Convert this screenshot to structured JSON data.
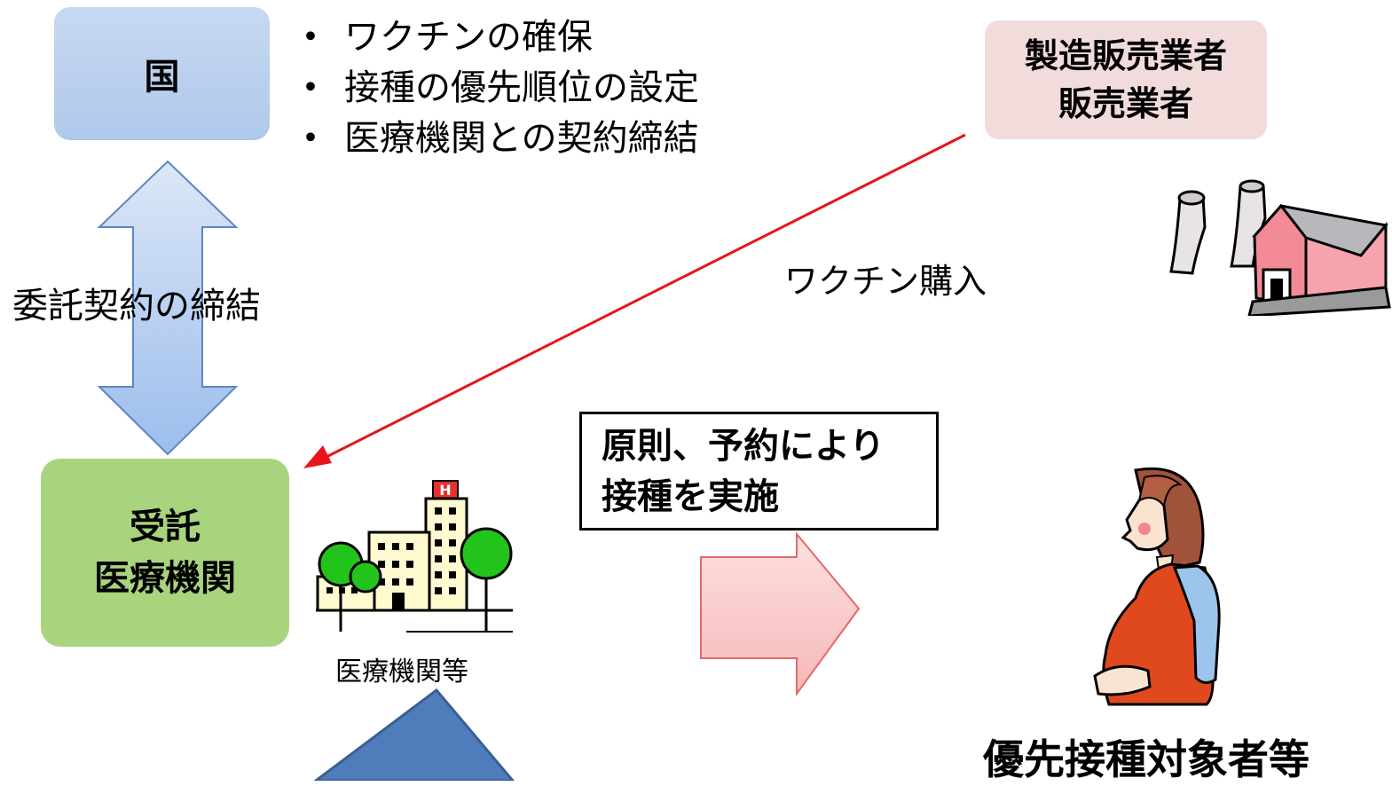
{
  "kuni": {
    "label": "国"
  },
  "bullets": {
    "marker": "・",
    "items": [
      "ワクチンの確保",
      "接種の優先順位の設定",
      "医療機関との契約締結"
    ]
  },
  "maker": {
    "line1": "製造販売業者",
    "line2": "販売業者"
  },
  "contract_label": "委託契約の締結",
  "purchase_label": "ワクチン購入",
  "itaku": {
    "line1": "受託",
    "line2": "医療機関"
  },
  "gensoku": {
    "line1": "原則、予約により",
    "line2": "接種を実施"
  },
  "hospital_caption": "医療機関等",
  "target_label": "優先接種対象者等",
  "hospital_sign": "H",
  "icons": [
    "factory-icon",
    "hospital-icon",
    "pregnant-woman-icon"
  ],
  "colors": {
    "kuni_box": "#c6d9f1",
    "maker_box": "#f2dcdb",
    "itaku_box": "#a9d47e",
    "double_arrow": "#a8c6ee",
    "purchase_arrow": "#e8141b",
    "right_arrow": "#f9c8c8",
    "bottom_triangle": "#4f7dbb"
  }
}
